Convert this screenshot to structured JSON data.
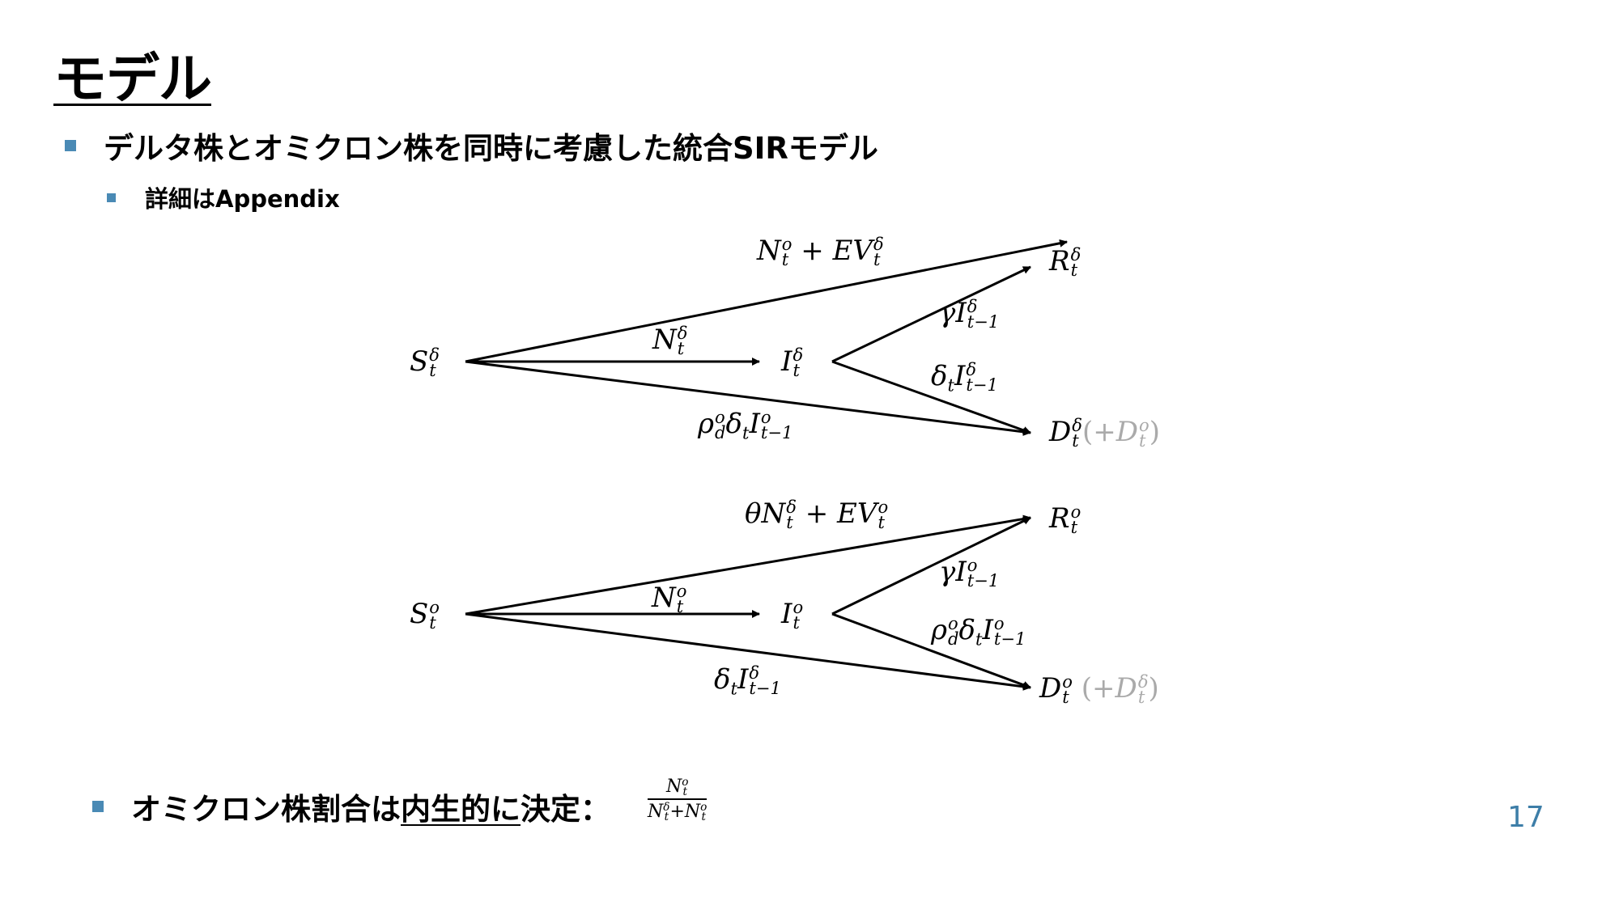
{
  "slide": {
    "title": "モデル",
    "bullet1": "デルタ株とオミクロン株を同時に考慮した統合SIRモデル",
    "bullet2": "詳細はAppendix",
    "bullet3_prefix": "オミクロン株割合は",
    "bullet3_underlined": "内生的に",
    "bullet3_suffix": "決定：",
    "page_number": "17"
  },
  "fraction": {
    "numerator": {
      "base": "N",
      "sup": "o",
      "sub": "t"
    },
    "denominator": "N^δ_t + N^o_t"
  },
  "diagram_delta": {
    "nodes": {
      "S": {
        "base": "S",
        "sup": "δ",
        "sub": "t"
      },
      "I": {
        "base": "I",
        "sup": "δ",
        "sub": "t"
      },
      "R": {
        "base": "R",
        "sup": "δ",
        "sub": "t"
      },
      "D": {
        "base": "D",
        "sup": "δ",
        "sub": "t",
        "extra": "(+D^o_t)"
      }
    },
    "edges": {
      "S_to_R": "N^o_t + EV^δ_t",
      "S_to_I": "N^δ_t",
      "S_to_D": "ρ^o_d δ_t I^o_{t−1}",
      "I_to_R": "γI^δ_{t−1}",
      "I_to_D": "δ_t I^δ_{t−1}"
    }
  },
  "diagram_omicron": {
    "nodes": {
      "S": {
        "base": "S",
        "sup": "o",
        "sub": "t"
      },
      "I": {
        "base": "I",
        "sup": "o",
        "sub": "t"
      },
      "R": {
        "base": "R",
        "sup": "o",
        "sub": "t"
      },
      "D": {
        "base": "D",
        "sup": "o",
        "sub": "t",
        "extra": "(+D^δ_t)"
      }
    },
    "edges": {
      "S_to_R": "θN^δ_t + EV^o_t",
      "S_to_I": "N^o_t",
      "S_to_D": "δ_t I^δ_{t−1}",
      "I_to_R": "γI^o_{t−1}",
      "I_to_D": "ρ^o_d δ_t I^o_{t−1}"
    }
  },
  "colors": {
    "bullet": "#4a8ab5",
    "page_number": "#3d7ea8",
    "muted": "#aaaaaa"
  }
}
